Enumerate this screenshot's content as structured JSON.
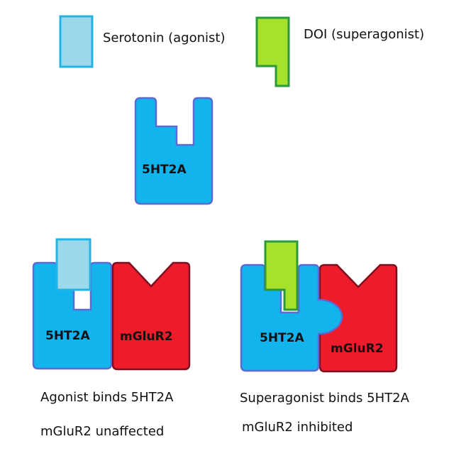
{
  "colors": {
    "serotonin_fill": "#9dd8ea",
    "serotonin_stroke": "#1eb4e6",
    "doi_fill": "#a6e22c",
    "doi_stroke": "#2a9a3a",
    "receptor_5ht2a_fill": "#12b4ee",
    "receptor_5ht2a_stroke": "#5a6bd8",
    "mglur2_fill": "#ee1c2a",
    "mglur2_stroke": "#7d1020"
  },
  "legend": {
    "serotonin": "Serotonin (agonist)",
    "doi": "DOI (superagonist)"
  },
  "receptor_top": {
    "label": "5HT2A"
  },
  "panel_agonist": {
    "receptor_label": "5HT2A",
    "mglur2_label": "mGluR2",
    "caption_line1": "Agonist binds 5HT2A",
    "caption_line2": "mGluR2 unaffected"
  },
  "panel_superagonist": {
    "receptor_label": "5HT2A",
    "mglur2_label": "mGluR2",
    "caption_line1": "Superagonist binds 5HT2A",
    "caption_line2": "mGluR2 inhibited"
  }
}
